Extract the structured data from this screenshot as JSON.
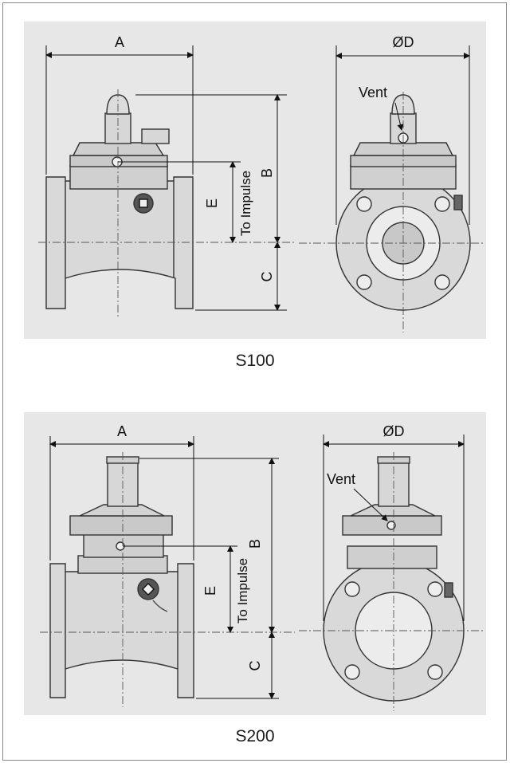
{
  "figures": [
    {
      "caption": "S100",
      "labels": {
        "a": "A",
        "b": "B",
        "c": "C",
        "d": "ØD",
        "e": "E",
        "impulse": "To Impulse",
        "vent": "Vent"
      }
    },
    {
      "caption": "S200",
      "labels": {
        "a": "A",
        "b": "B",
        "c": "C",
        "d": "ØD",
        "e": "E",
        "impulse": "To Impulse",
        "vent": "Vent"
      }
    }
  ]
}
